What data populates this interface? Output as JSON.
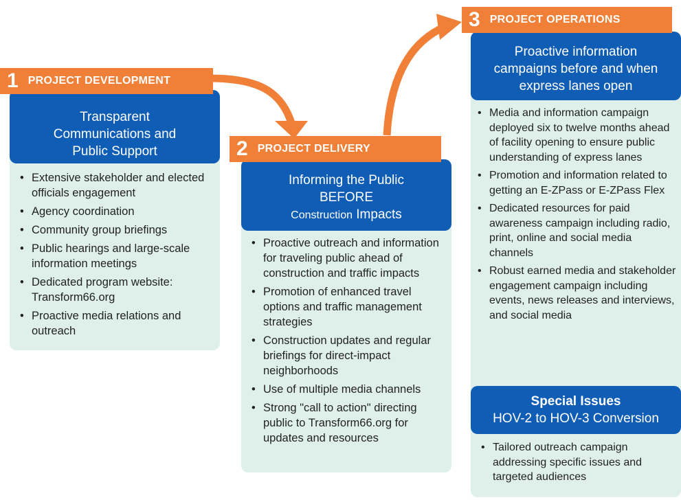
{
  "colors": {
    "orange": "#f07f37",
    "blue": "#0f5db5",
    "panel": "#dff0ea"
  },
  "phases": [
    {
      "number": "1",
      "label": "PROJECT DEVELOPMENT",
      "header": [
        "Transparent",
        "Communications and",
        "Public Support"
      ],
      "bullets": [
        "Extensive stakeholder and elected officials engagement",
        "Agency coordination",
        "Community group briefings",
        "Public hearings and large-scale information meetings",
        "Dedicated program website: Transform66.org",
        "Proactive media relations and outreach"
      ]
    },
    {
      "number": "2",
      "label": "PROJECT DELIVERY",
      "header": [
        "Informing the Public",
        "BEFORE"
      ],
      "header_small": "Construction",
      "header_tail": "Impacts",
      "bullets": [
        "Proactive outreach and information for traveling public ahead of construction and traffic impacts",
        "Promotion of enhanced travel options and traffic management strategies",
        "Construction updates and regular briefings for direct-impact neighborhoods",
        "Use of multiple media channels",
        "Strong \"call to action\" directing public to Transform66.org for updates and resources"
      ]
    },
    {
      "number": "3",
      "label": "PROJECT OPERATIONS",
      "header": [
        "Proactive information",
        "campaigns before and when",
        "express lanes open"
      ],
      "bullets": [
        "Media and information campaign deployed six to twelve months ahead of facility opening to ensure public understanding of express lanes",
        "Promotion and information related to getting an E-ZPass or E-ZPass Flex",
        "Dedicated resources for paid awareness campaign including radio, print, online and social media channels",
        "Robust earned media and stakeholder engagement campaign including events, news releases and interviews, and social media"
      ]
    }
  ],
  "special": {
    "title": "Special Issues",
    "subtitle": "HOV-2 to HOV-3 Conversion",
    "bullets": [
      "Tailored outreach campaign addressing specific issues and targeted audiences"
    ]
  }
}
